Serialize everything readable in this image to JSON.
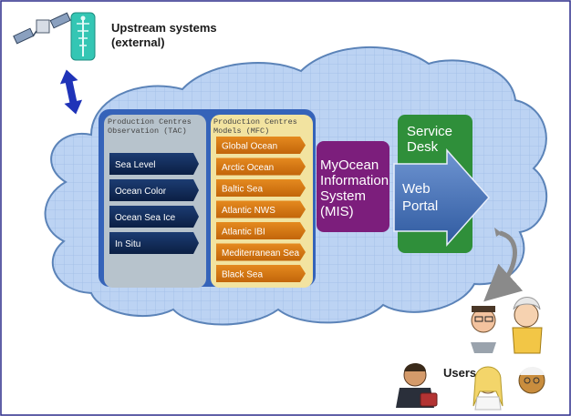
{
  "upstream": {
    "label_line1": "Upstream systems",
    "label_line2": "(external)"
  },
  "tac": {
    "title_line1": "Production Centres",
    "title_line2": "Observation (TAC)",
    "items": [
      "Sea Level",
      "Ocean Color",
      "Ocean Sea Ice",
      "In Situ"
    ]
  },
  "mfc": {
    "title_line1": "Production Centres",
    "title_line2": "Models (MFC)",
    "items": [
      "Global Ocean",
      "Arctic Ocean",
      "Baltic Sea",
      "Atlantic NWS",
      "Atlantic IBI",
      "Mediterranean Sea",
      "Black Sea"
    ]
  },
  "mis": {
    "lines": [
      "MyOcean",
      "Information",
      "System",
      "(MIS)"
    ]
  },
  "service_desk": {
    "lines": [
      "Service",
      "Desk"
    ]
  },
  "web_portal": {
    "lines": [
      "Web",
      "Portal"
    ]
  },
  "users": {
    "label": "Users"
  },
  "colors": {
    "frame": "#2b2b8a",
    "cloud_fill": "#bcd3f3",
    "cloud_stroke": "#5b83b8",
    "core_panel": "#3563b9",
    "tac_panel": "#b7c3cc",
    "tac_item": "#0e2a56",
    "mfc_panel": "#f2e3a0",
    "mfc_item": "#d9770f",
    "mis": "#7c1e7c",
    "service_desk": "#2f8f3a",
    "web_portal": "#3e6bb0",
    "arrow_blue": "#1f33b8",
    "arrow_grey": "#8a8a8a"
  },
  "icons": [
    "satellite-icon",
    "buoy-icon",
    "user-avatar-icon"
  ]
}
